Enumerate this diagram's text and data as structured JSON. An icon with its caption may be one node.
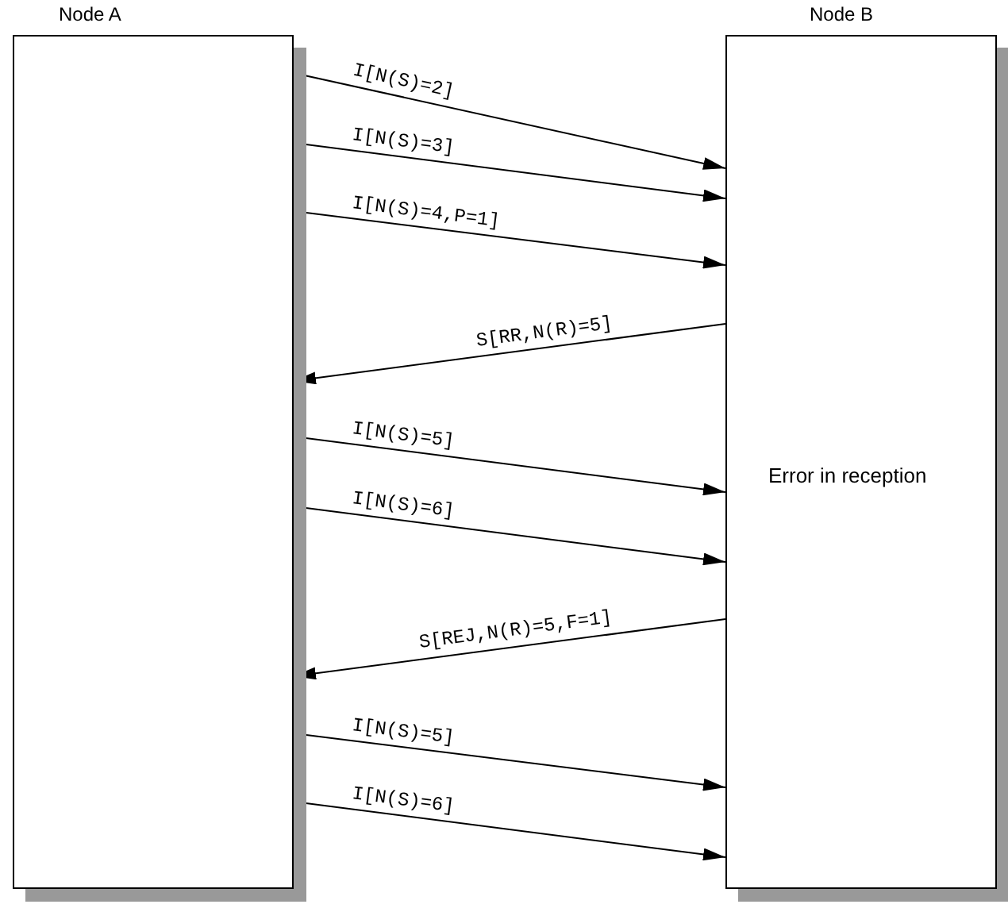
{
  "diagram": {
    "nodes": [
      {
        "text": [
          "Node A"
        ]
      },
      {
        "text": [
          "Node B",
          "Error in reception"
        ]
      }
    ],
    "edges": [
      {
        "from": 0,
        "to": 1,
        "arrow": "to",
        "label": "I[N(S)=2]"
      },
      {
        "from": 0,
        "to": 1,
        "arrow": "to",
        "label": "I[N(S)=3]"
      },
      {
        "from": 0,
        "to": 1,
        "arrow": "to",
        "label": "I[N(S)=4,P=1]"
      },
      {
        "from": 1,
        "to": 0,
        "arrow": "to",
        "label": "S[RR,N(R)=5]"
      },
      {
        "from": 0,
        "to": 1,
        "arrow": "to",
        "label": "I[N(S)=5]"
      },
      {
        "from": 0,
        "to": 1,
        "arrow": "to",
        "label": "I[N(S)=6]"
      },
      {
        "from": 1,
        "to": 0,
        "arrow": "to",
        "label": "S[REJ,N(R)=5,F=1]"
      },
      {
        "from": 0,
        "to": 1,
        "arrow": "to",
        "label": "I[N(S)=5]"
      },
      {
        "from": 0,
        "to": 1,
        "arrow": "to",
        "label": "I[N(S)=6]"
      }
    ]
  }
}
